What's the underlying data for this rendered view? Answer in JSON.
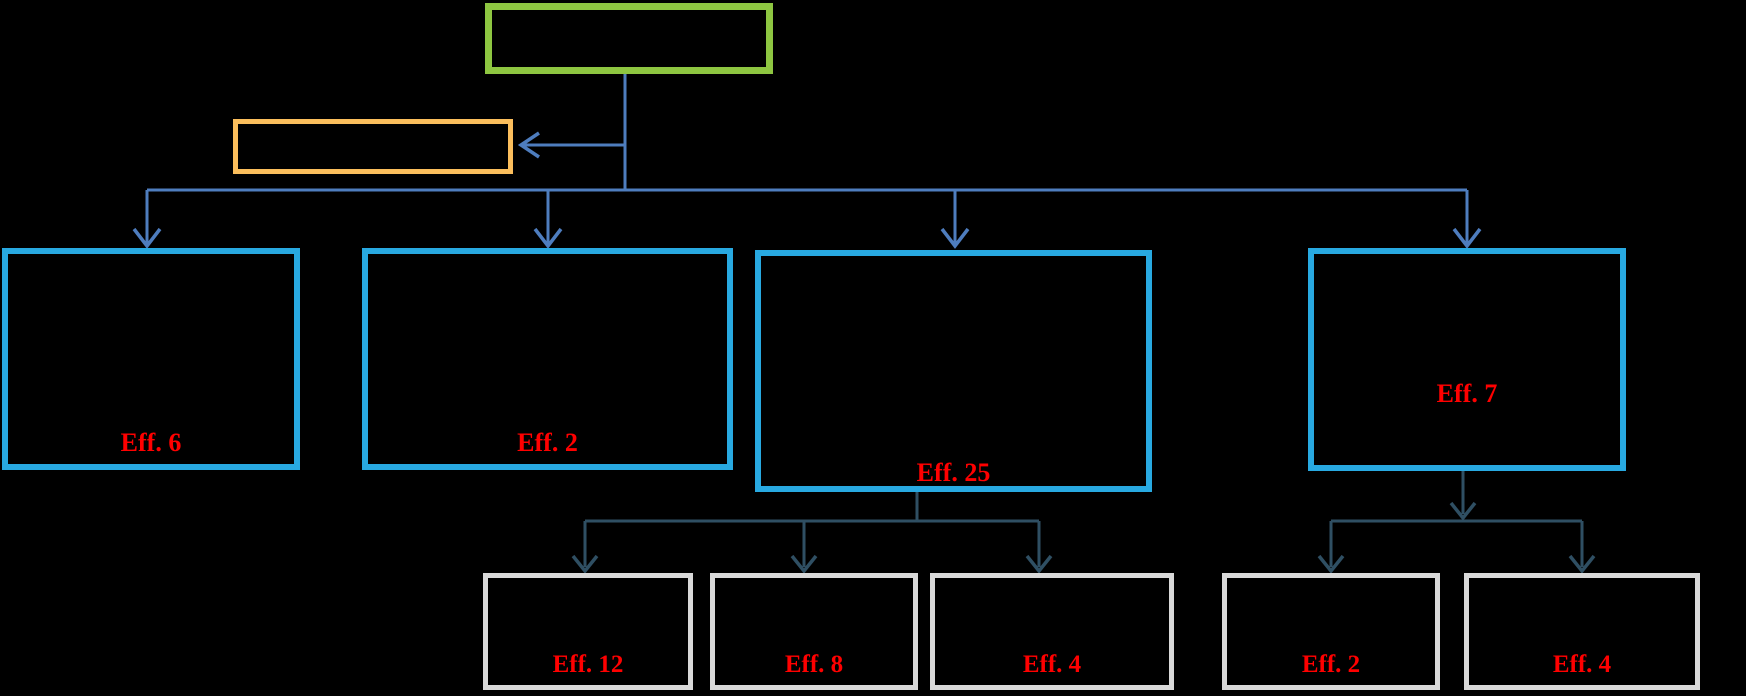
{
  "colors": {
    "background": "#000000",
    "root_border": "#8EC641",
    "side_border": "#FBBE5C",
    "branch_border": "#28A9E1",
    "leaf_border": "#D9D9D9",
    "connector_primary": "#4E7DBE",
    "connector_secondary": "#2F4F63",
    "label_text": "#FF0000"
  },
  "nodes": {
    "root": {
      "label": ""
    },
    "side": {
      "label": ""
    },
    "branches": [
      {
        "label": "Eff. 6"
      },
      {
        "label": "Eff. 2"
      },
      {
        "label": "Eff. 25"
      },
      {
        "label": "Eff. 7"
      }
    ],
    "leaves_left": [
      {
        "label": "Eff. 12"
      },
      {
        "label": "Eff. 8"
      },
      {
        "label": "Eff. 4"
      }
    ],
    "leaves_right": [
      {
        "label": "Eff. 2"
      },
      {
        "label": "Eff. 4"
      }
    ]
  }
}
